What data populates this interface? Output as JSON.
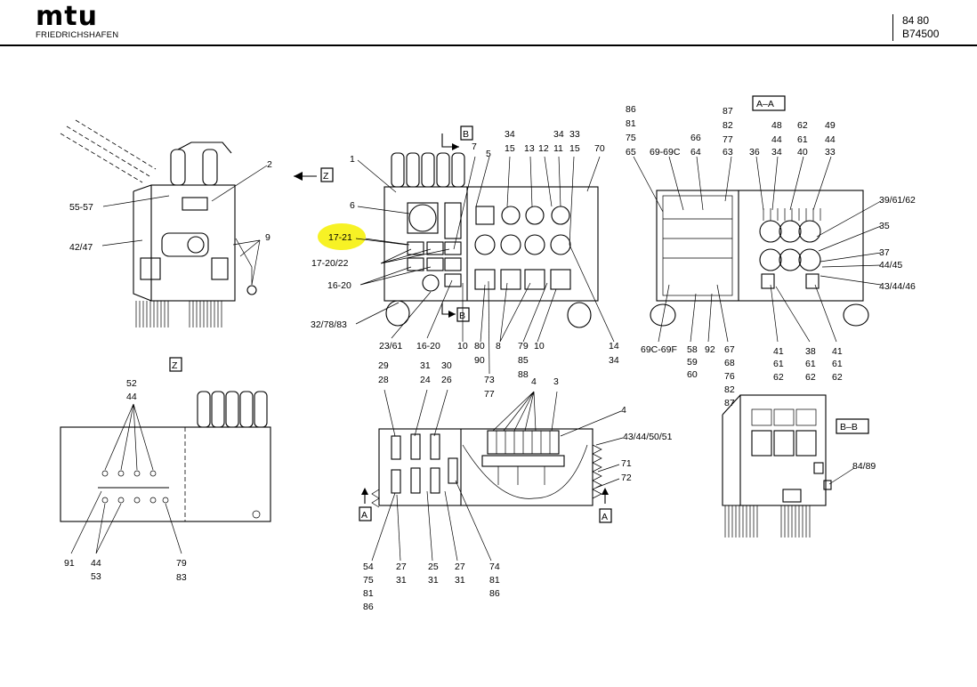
{
  "header": {
    "logo": "mtu",
    "logo_subtitle": "FRIEDRICHSHAFEN",
    "code_line1": "84  80",
    "code_line2": "B74500"
  },
  "highlight_label": "17-21",
  "section_markers": [
    "Z",
    "B",
    "B",
    "Z",
    "A–A",
    "B–B",
    "A",
    "A"
  ],
  "callouts": {
    "top_left_view": [
      "55-57",
      "42/47",
      "2",
      "9"
    ],
    "front_view": [
      "1",
      "6",
      "17-20/22",
      "16-20",
      "32/78/83",
      "23/61",
      "16-20",
      "7",
      "5",
      "34",
      "15",
      "13",
      "12",
      "11",
      "34",
      "33",
      "15",
      "70",
      "10",
      "80",
      "90",
      "73",
      "77",
      "8",
      "79",
      "85",
      "88",
      "10",
      "14",
      "34"
    ],
    "section_aa": [
      "86",
      "81",
      "75",
      "65",
      "69-69C",
      "66",
      "64",
      "87",
      "82",
      "77",
      "63",
      "36",
      "48",
      "44",
      "34",
      "62",
      "61",
      "40",
      "49",
      "44",
      "33",
      "39/61/62",
      "35",
      "37",
      "44/45",
      "43/44/46",
      "69C-69F",
      "58",
      "59",
      "60",
      "92",
      "67",
      "68",
      "76",
      "82",
      "87",
      "41",
      "61",
      "62",
      "38",
      "61",
      "62",
      "41",
      "61",
      "62"
    ],
    "view_z": [
      "52",
      "44",
      "91",
      "44",
      "53",
      "79",
      "83"
    ],
    "lower_middle_view": [
      "29",
      "28",
      "31",
      "24",
      "30",
      "26",
      "4",
      "3",
      "4",
      "43/44/50/51",
      "71",
      "72",
      "54",
      "75",
      "81",
      "86",
      "27",
      "31",
      "25",
      "31",
      "27",
      "31",
      "74",
      "81",
      "86"
    ],
    "section_bb": [
      "84/89"
    ]
  },
  "colors": {
    "highlight": "#f7f225",
    "line": "#000000",
    "background": "#ffffff"
  }
}
